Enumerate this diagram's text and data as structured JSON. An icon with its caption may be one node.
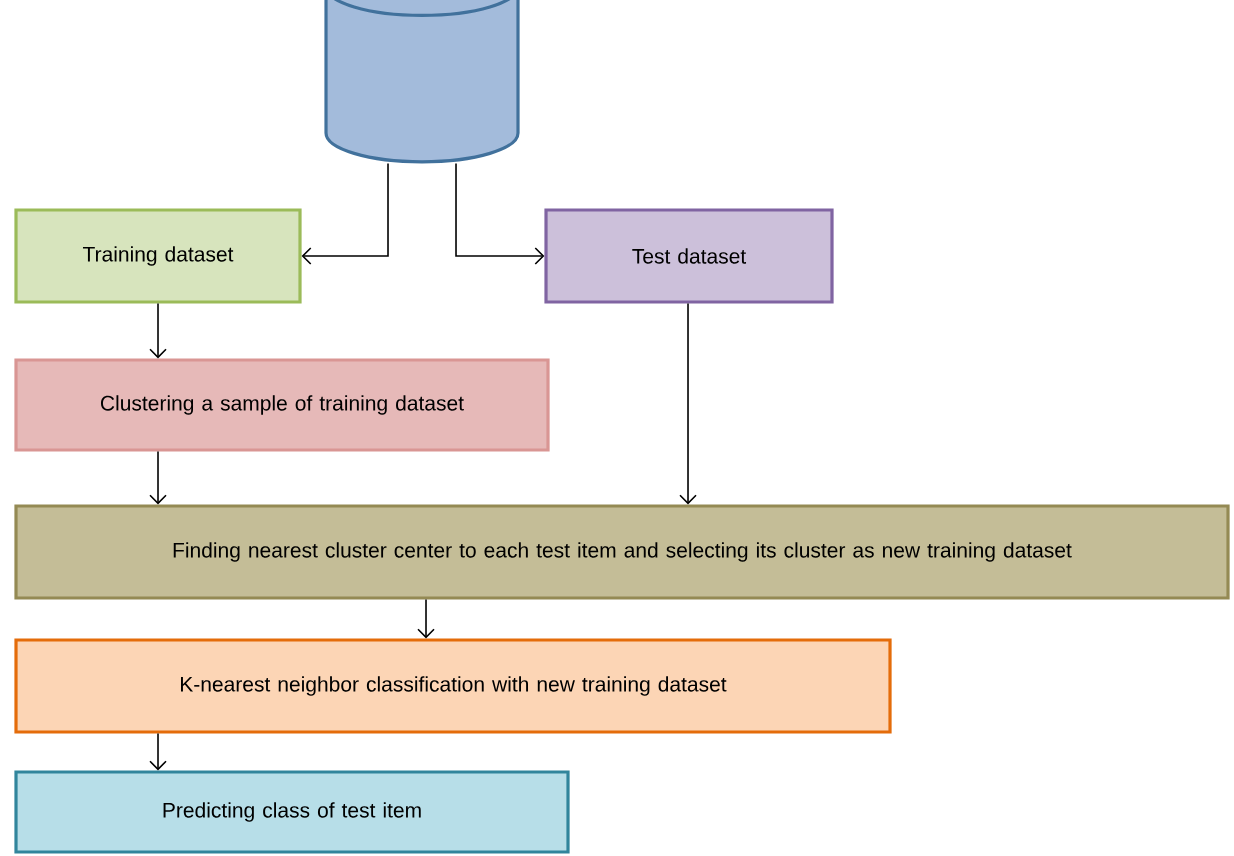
{
  "diagram": {
    "nodes": [
      {
        "text": [],
        "shape": "cylinder"
      },
      {
        "text": [
          "Training dataset"
        ]
      },
      {
        "text": [
          "Test dataset"
        ]
      },
      {
        "text": [
          "Clustering a sample of training dataset"
        ]
      },
      {
        "text": [
          "Finding nearest cluster center to each test item and selecting its cluster as new training dataset"
        ]
      },
      {
        "text": [
          "K-nearest neighbor classification with new training dataset"
        ]
      },
      {
        "text": [
          "Predicting class of test item"
        ]
      }
    ],
    "edges": [
      {
        "from": 0,
        "to": 1,
        "arrow": "to"
      },
      {
        "from": 0,
        "to": 2,
        "arrow": "to"
      },
      {
        "from": 1,
        "to": 3,
        "arrow": "to"
      },
      {
        "from": 3,
        "to": 4,
        "arrow": "to"
      },
      {
        "from": 2,
        "to": 4,
        "arrow": "to"
      },
      {
        "from": 4,
        "to": 5,
        "arrow": "to"
      },
      {
        "from": 5,
        "to": 6,
        "arrow": "to"
      }
    ]
  }
}
